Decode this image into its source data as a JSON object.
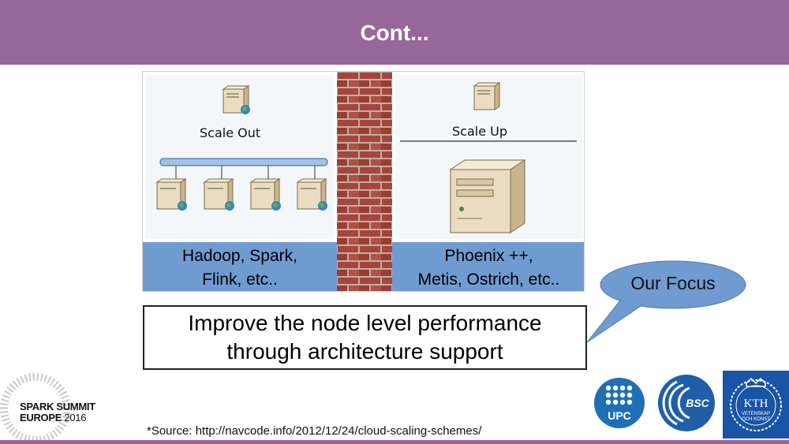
{
  "slide": {
    "title": "Cont...",
    "figure": {
      "left": {
        "heading": "Scale Out",
        "label_line1": "Hadoop, Spark,",
        "label_line2": "Flink, etc.."
      },
      "right": {
        "heading": "Scale Up",
        "label_line1": "Phoenix ++,",
        "label_line2": "Metis, Ostrich, etc.."
      }
    },
    "callout_line1": "Improve the node level performance",
    "callout_line2": "through architecture support",
    "bubble": "Our Focus",
    "source": "*Source: http://navcode.info/2012/12/24/cloud-scaling-schemes/"
  },
  "logos": {
    "spark_line1": "SPARK SUMMIT",
    "spark_line2": "EUROPE",
    "spark_year": "2016",
    "upc": "UPC",
    "bsc": "BSC",
    "kth_line1": "KTH",
    "kth_line2": "VETENSKAP",
    "kth_line3": "OCH KONST"
  },
  "colors": {
    "header": "#976799",
    "label_band": "#6f9bd1",
    "bubble": "#6f9bd1",
    "brick": "#a8453a"
  }
}
